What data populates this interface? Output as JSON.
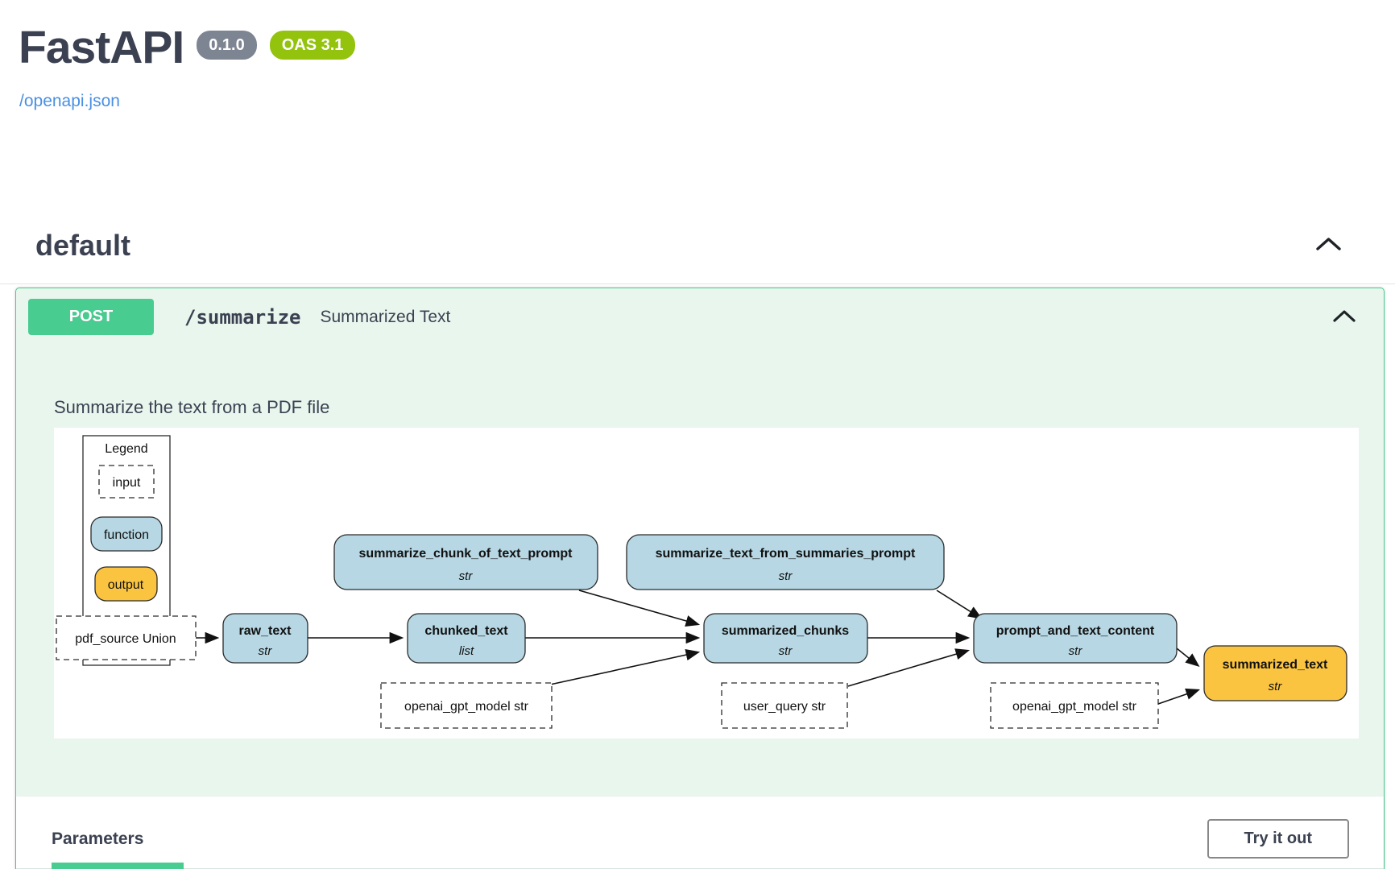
{
  "app": {
    "title": "FastAPI",
    "version": "0.1.0",
    "oas_version": "OAS 3.1",
    "spec_link": "/openapi.json"
  },
  "section": {
    "title": "default"
  },
  "endpoint": {
    "method": "POST",
    "path": "/summarize",
    "summary": "Summarized Text",
    "description": "Summarize the text from a PDF file"
  },
  "diagram": {
    "legend": {
      "title": "Legend",
      "input": "input",
      "function": "function",
      "output": "output"
    },
    "nodes": {
      "pdf_source": {
        "label": "pdf_source Union",
        "kind": "input"
      },
      "raw_text": {
        "label": "raw_text",
        "type": "str",
        "kind": "function"
      },
      "chunked_text": {
        "label": "chunked_text",
        "type": "list",
        "kind": "function"
      },
      "summarize_chunk_of_text_prompt": {
        "label": "summarize_chunk_of_text_prompt",
        "type": "str",
        "kind": "function"
      },
      "summarize_text_from_summaries_prompt": {
        "label": "summarize_text_from_summaries_prompt",
        "type": "str",
        "kind": "function"
      },
      "summarized_chunks": {
        "label": "summarized_chunks",
        "type": "str",
        "kind": "function"
      },
      "prompt_and_text_content": {
        "label": "prompt_and_text_content",
        "type": "str",
        "kind": "function"
      },
      "summarized_text": {
        "label": "summarized_text",
        "type": "str",
        "kind": "output"
      },
      "openai_gpt_model_1": {
        "label": "openai_gpt_model str",
        "kind": "input"
      },
      "user_query": {
        "label": "user_query str",
        "kind": "input"
      },
      "openai_gpt_model_2": {
        "label": "openai_gpt_model str",
        "kind": "input"
      }
    },
    "colors": {
      "function_fill": "#b6d7e3",
      "output_fill": "#fbc440"
    }
  },
  "parameters": {
    "heading": "Parameters",
    "try_it_out": "Try it out"
  },
  "colors": {
    "method_post": "#49cc90",
    "opblock_bg": "#e8f6ee",
    "version_badge_bg": "#7d8492",
    "oas_badge_bg": "#93c30c",
    "link": "#4990e2",
    "heading_text": "#3b4151"
  }
}
